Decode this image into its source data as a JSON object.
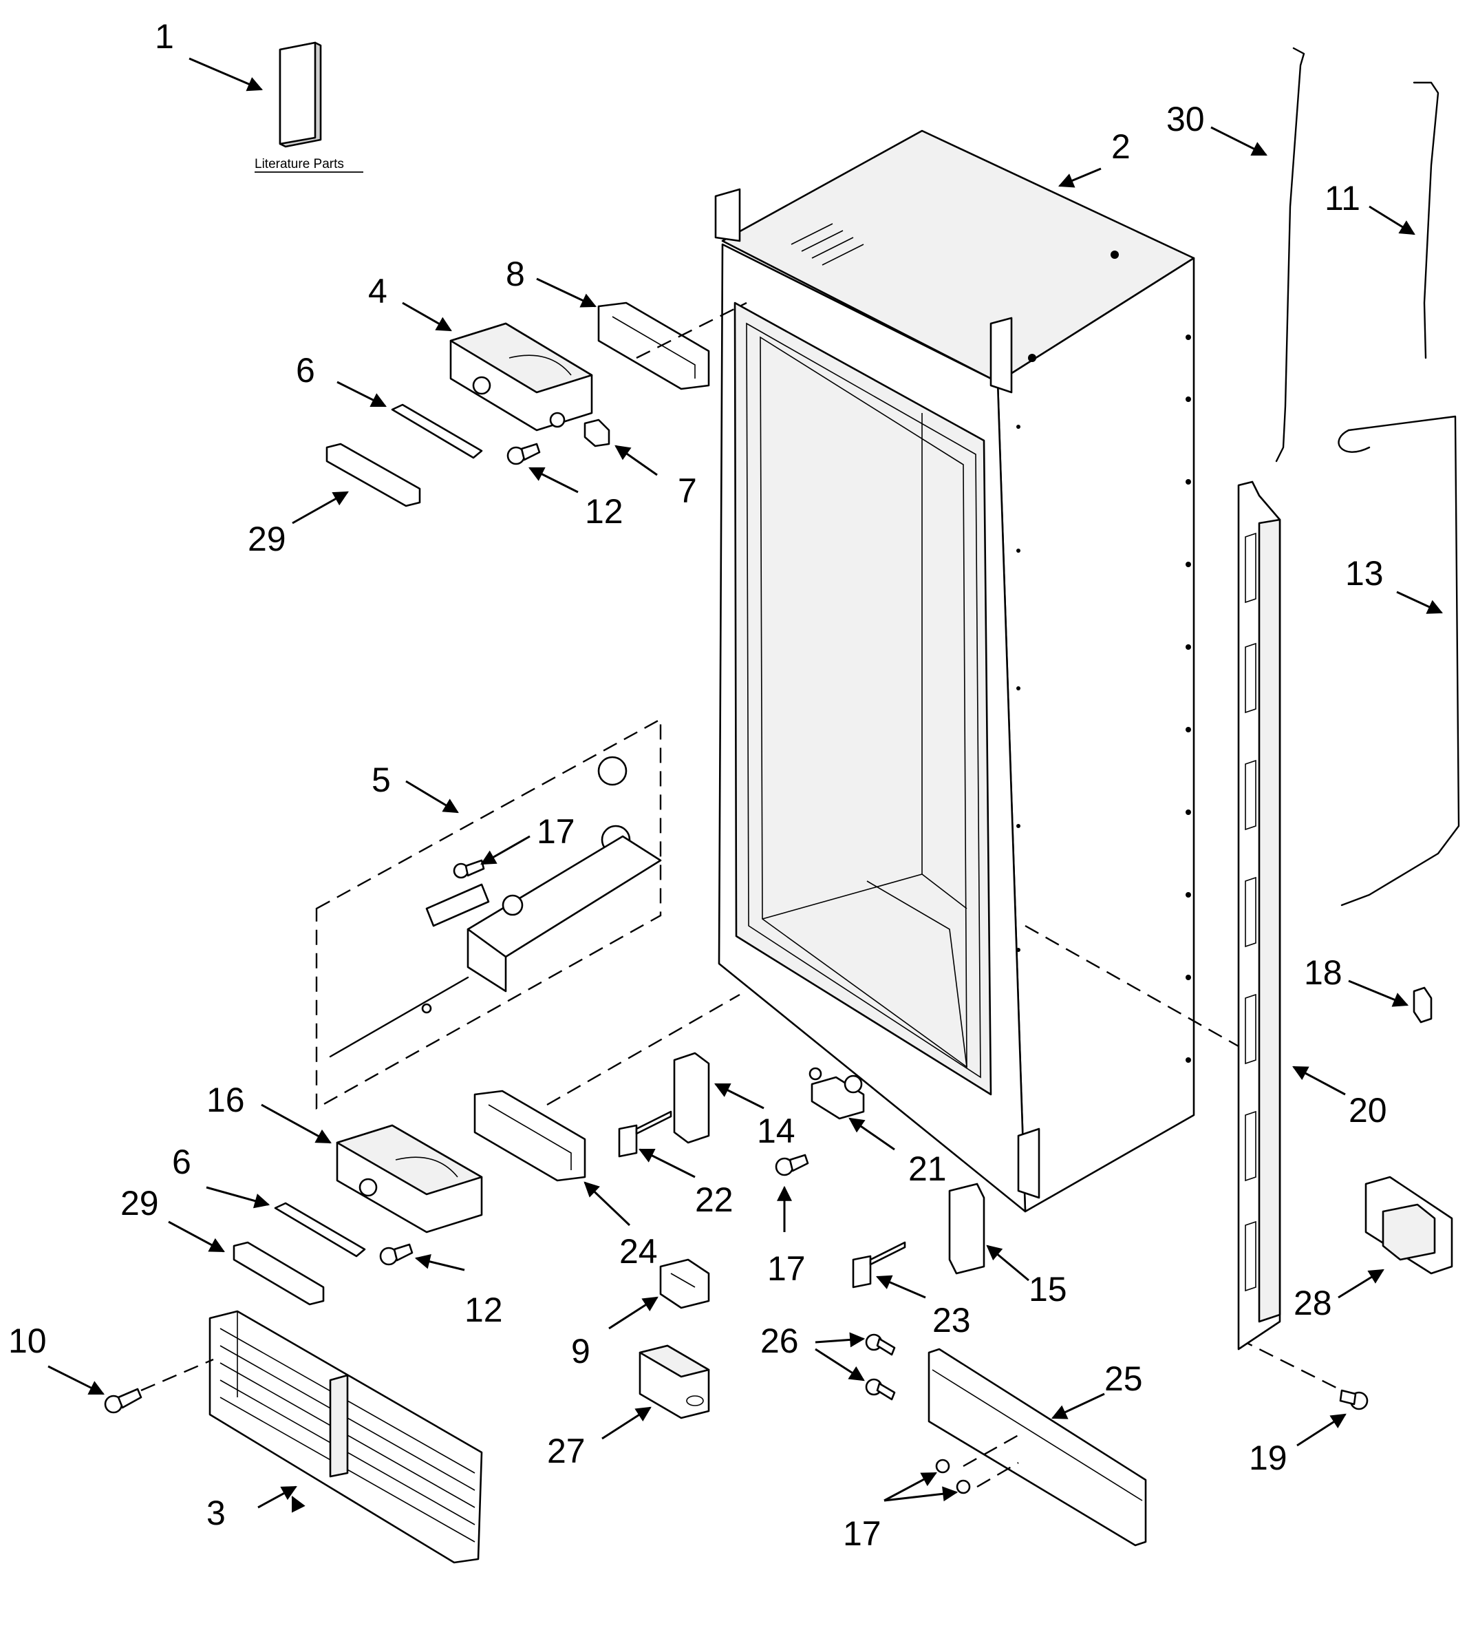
{
  "diagram": {
    "literature_label": "Literature Parts",
    "callouts": {
      "c1": "1",
      "c2": "2",
      "c3": "3",
      "c4": "4",
      "c5": "5",
      "c6a": "6",
      "c6b": "6",
      "c7": "7",
      "c8": "8",
      "c9": "9",
      "c10": "10",
      "c11": "11",
      "c12a": "12",
      "c12b": "12",
      "c13": "13",
      "c14": "14",
      "c15": "15",
      "c16": "16",
      "c17a": "17",
      "c17b": "17",
      "c17c": "17",
      "c18": "18",
      "c19": "19",
      "c20": "20",
      "c21": "21",
      "c22": "22",
      "c23": "23",
      "c24": "24",
      "c25": "25",
      "c26": "26",
      "c27": "27",
      "c28": "28",
      "c29a": "29",
      "c29b": "29",
      "c30": "30"
    }
  }
}
